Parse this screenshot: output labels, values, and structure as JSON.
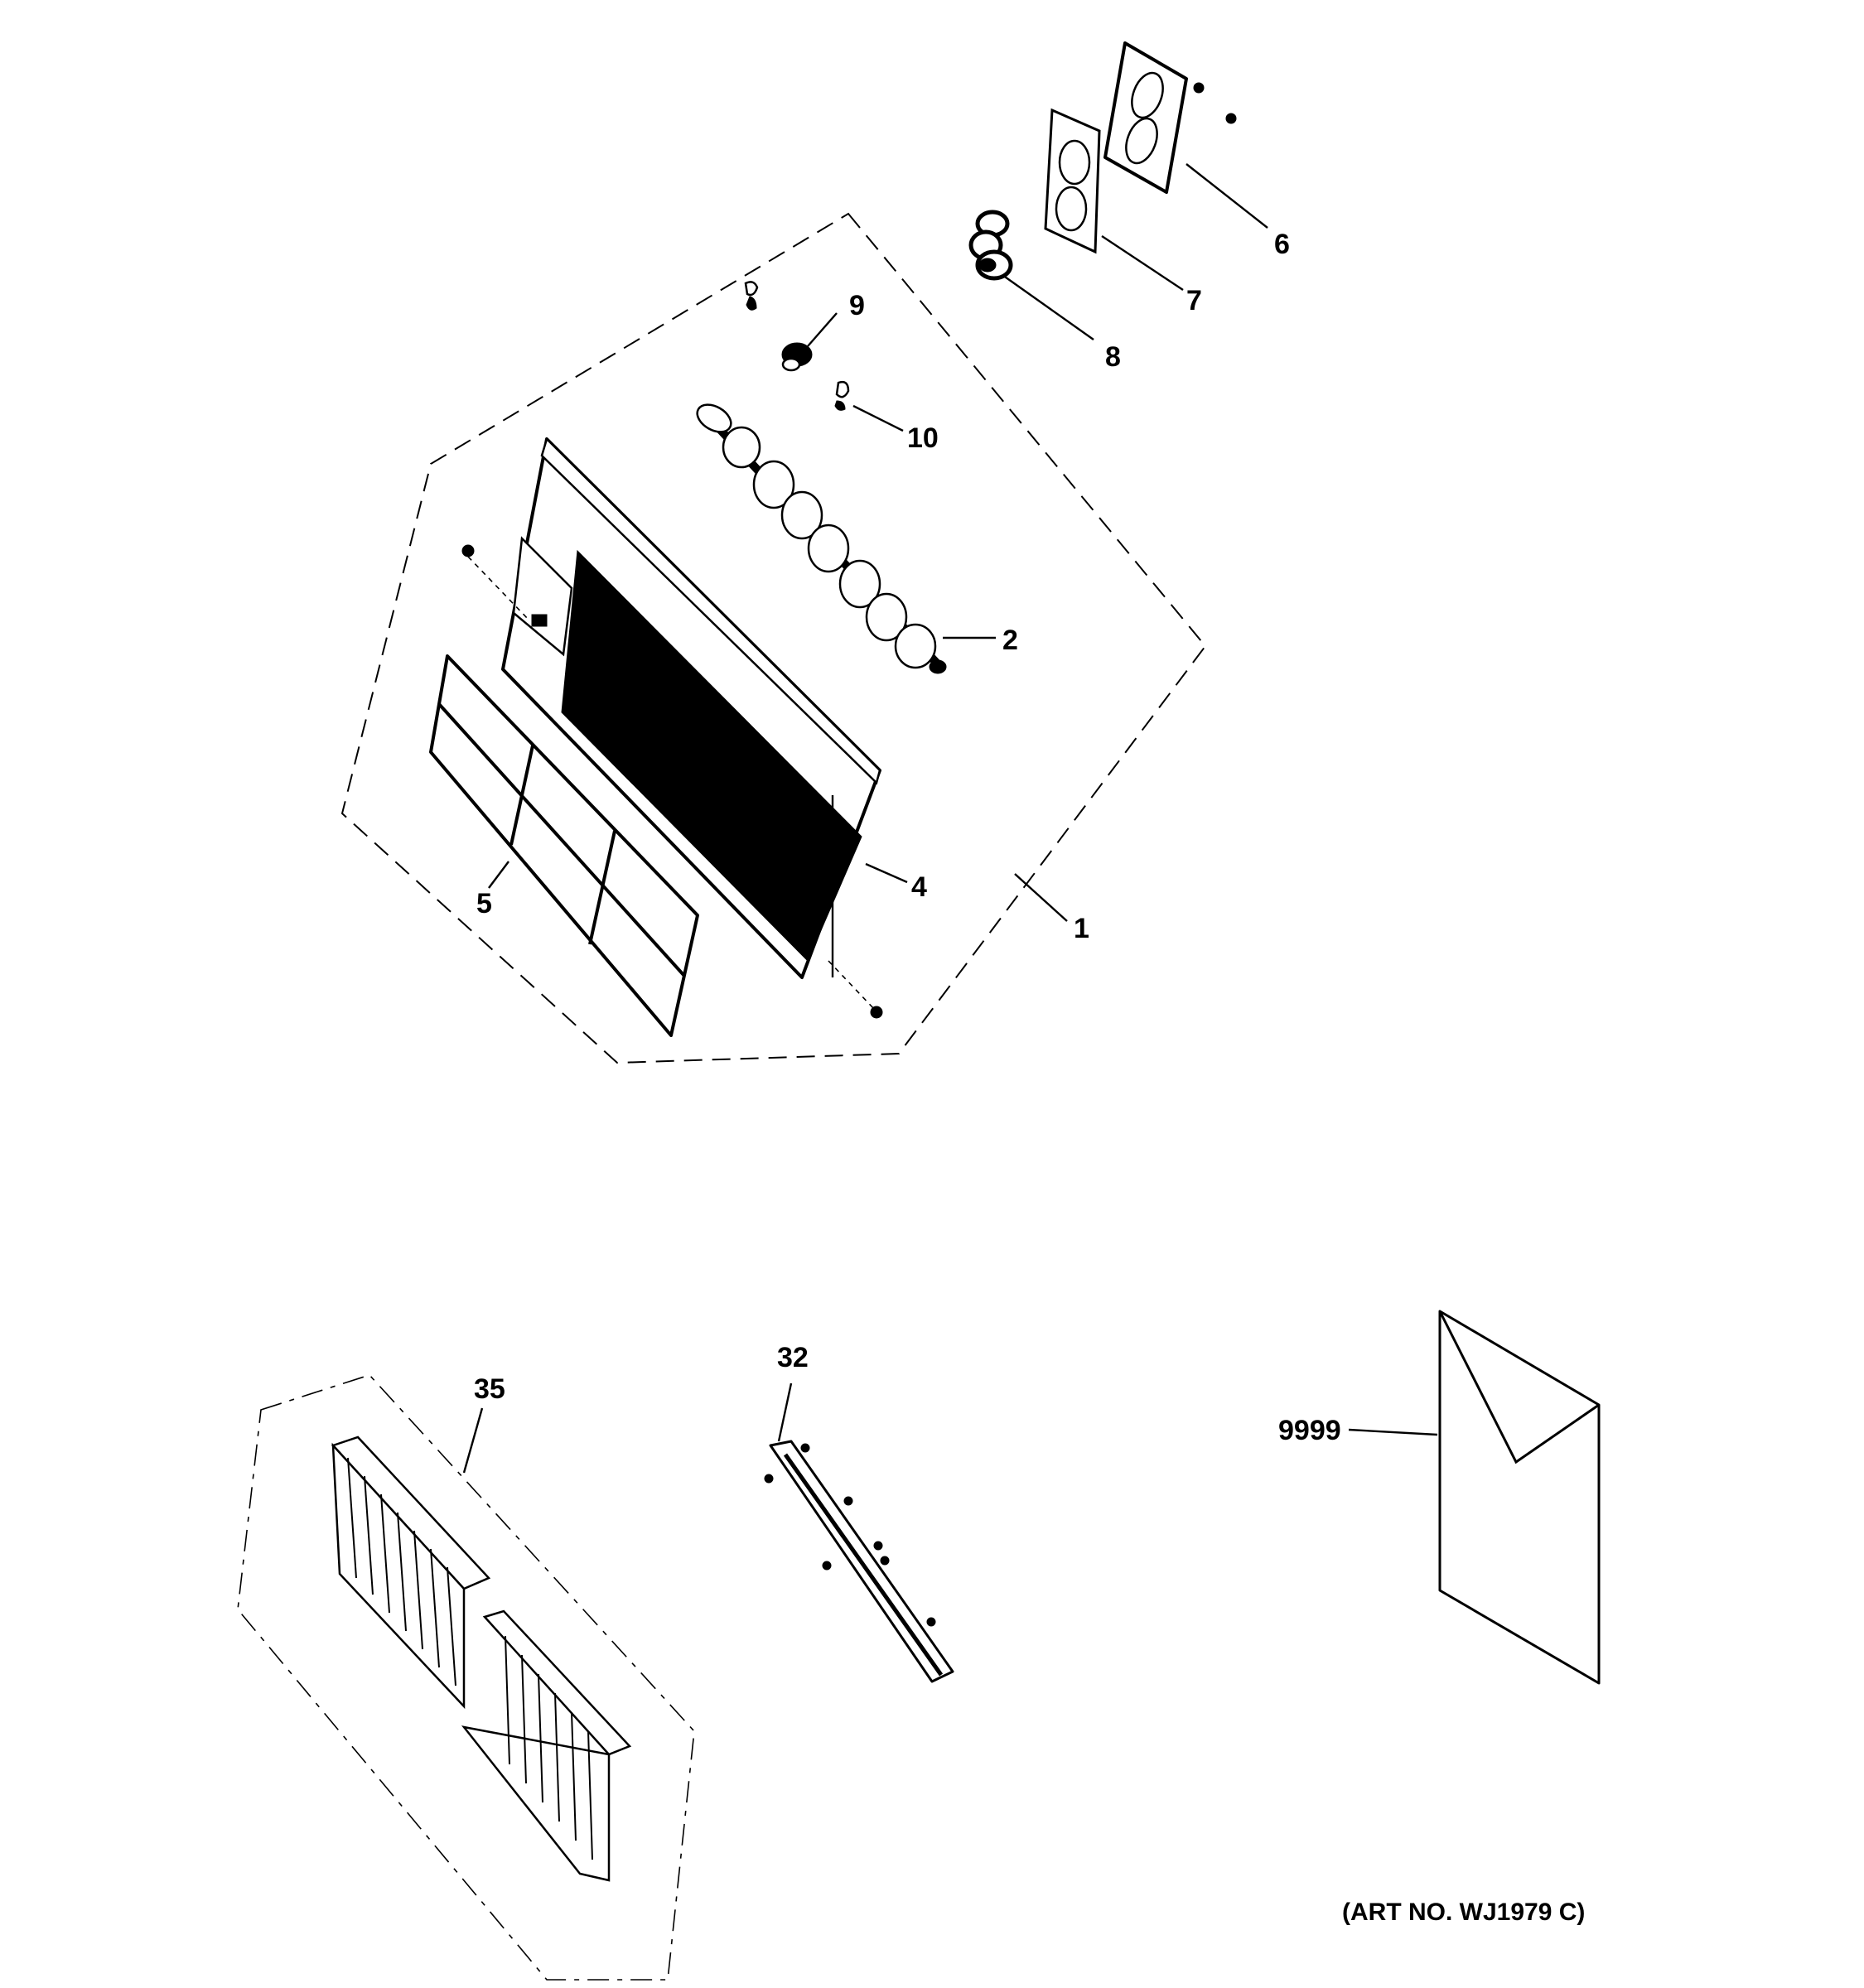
{
  "diagram": {
    "callouts": {
      "c1": "1",
      "c2": "2",
      "c4": "4",
      "c5": "5",
      "c6": "6",
      "c7": "7",
      "c8": "8",
      "c9": "9",
      "c10": "10",
      "c32": "32",
      "c35": "35",
      "c9999": "9999"
    },
    "art_number": "(ART NO. WJ1979 C)"
  }
}
